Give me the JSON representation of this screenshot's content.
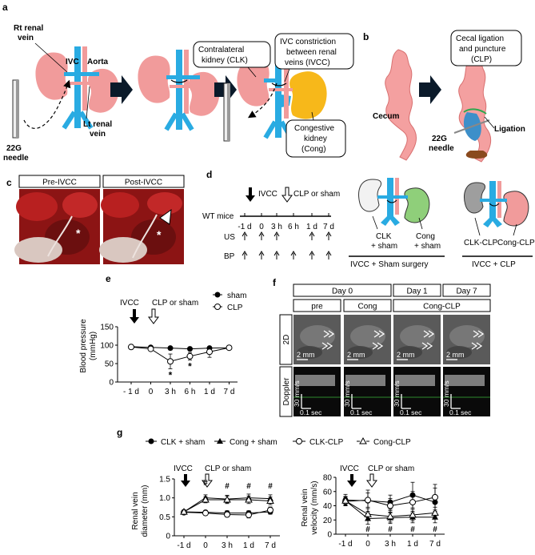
{
  "panels": {
    "a": "a",
    "b": "b",
    "c": "c",
    "d": "d",
    "e": "e",
    "f": "f",
    "g": "g"
  },
  "panel_a": {
    "rt_renal_vein": [
      "Rt renal",
      "vein"
    ],
    "ivc": "IVC",
    "aorta": "Aorta",
    "lt_renal_vein": [
      "Lt renal",
      "vein"
    ],
    "needle": [
      "22G",
      "needle"
    ],
    "clk_box": [
      "Contralateral",
      "kidney (CLK)"
    ],
    "ivcc_box": [
      "IVC constriction",
      "between renal",
      "veins (IVCC)"
    ],
    "cong_box": [
      "Congestive",
      "kidney",
      "(Cong)"
    ]
  },
  "panel_b": {
    "clp_box": [
      "Cecal ligation",
      "and puncture",
      "(CLP)"
    ],
    "cecum": "Cecum",
    "needle": [
      "22G",
      "needle"
    ],
    "ligation": "Ligation"
  },
  "panel_c": {
    "pre": "Pre-IVCC",
    "post": "Post-IVCC",
    "asterisk": "*"
  },
  "panel_d": {
    "ivcc": "IVCC",
    "clp_or_sham": "CLP or sham",
    "wt_mice": "WT mice",
    "timepoints": [
      "-1 d",
      "0",
      "3 h",
      "6 h",
      "1 d",
      "7 d"
    ],
    "us": "US",
    "bp": "BP",
    "clk_sham": [
      "CLK",
      "+ sham"
    ],
    "cong_sham": [
      "Cong",
      "+ sham"
    ],
    "group1": "IVCC + Sham surgery",
    "clk_clp": "CLK-CLP",
    "cong_clp": "Cong-CLP",
    "group2": "IVCC + CLP"
  },
  "panel_e": {
    "ivcc": "IVCC",
    "clp_or_sham": "CLP or sham",
    "legend": [
      "sham",
      "CLP"
    ],
    "ylabel": [
      "Blood pressure",
      "(mmHg)"
    ],
    "star": "*"
  },
  "panel_f": {
    "day0": "Day 0",
    "day1": "Day 1",
    "day7": "Day 7",
    "pre": "pre",
    "cong": "Cong",
    "cong_clp": "Cong-CLP",
    "row_2d": "2D",
    "row_doppler": "Doppler",
    "scale_2d": "2 mm",
    "scale_v": "30 mm/s",
    "scale_t": "0.1 sec"
  },
  "panel_g": {
    "legend": [
      "CLK + sham",
      "Cong + sham",
      "CLK-CLP",
      "Cong-CLP"
    ],
    "ivcc": "IVCC",
    "clp_or_sham": "CLP or sham",
    "left_ylabel": [
      "Renal vein",
      "diameter (mm)"
    ],
    "right_ylabel": [
      "Renal vein",
      "velocity (mm/s)"
    ],
    "hash": "#"
  },
  "chart_data": [
    {
      "type": "line",
      "panel": "e",
      "categories": [
        "- 1 d",
        "0",
        "3 h",
        "6 h",
        "1 d",
        "7 d"
      ],
      "ylabel": "Blood pressure (mmHg)",
      "ylim": [
        0,
        150
      ],
      "yticks": [
        0,
        50,
        100,
        150
      ],
      "series": [
        {
          "name": "sham",
          "values": [
            96,
            94,
            92,
            90,
            92,
            93
          ],
          "err": [
            4,
            4,
            5,
            5,
            5,
            3
          ]
        },
        {
          "name": "CLP",
          "values": [
            95,
            90,
            56,
            70,
            82,
            93
          ],
          "err": [
            4,
            5,
            20,
            10,
            15,
            3
          ]
        }
      ],
      "annotations": [
        {
          "x": "3 h",
          "text": "*"
        },
        {
          "x": "6 h",
          "text": "*"
        }
      ]
    },
    {
      "type": "line",
      "panel": "g-left",
      "categories": [
        "-1 d",
        "0",
        "3 h",
        "1 d",
        "7 d"
      ],
      "ylabel": "Renal vein diameter (mm)",
      "ylim": [
        0,
        1.5
      ],
      "yticks": [
        0,
        0.5,
        1.0,
        1.5
      ],
      "series": [
        {
          "name": "CLK + sham",
          "values": [
            0.63,
            0.62,
            0.6,
            0.6,
            0.63
          ],
          "err": [
            0.04,
            0.05,
            0.06,
            0.06,
            0.06
          ]
        },
        {
          "name": "Cong + sham",
          "values": [
            0.63,
            1.0,
            0.97,
            1.0,
            0.98
          ],
          "err": [
            0.04,
            0.08,
            0.1,
            0.1,
            0.1
          ]
        },
        {
          "name": "CLK-CLP",
          "values": [
            0.62,
            0.6,
            0.56,
            0.55,
            0.68
          ],
          "err": [
            0.04,
            0.06,
            0.06,
            0.08,
            0.08
          ]
        },
        {
          "name": "Cong-CLP",
          "values": [
            0.63,
            0.95,
            0.95,
            0.95,
            0.92
          ],
          "err": [
            0.04,
            0.08,
            0.1,
            0.1,
            0.1
          ]
        }
      ],
      "annotations": [
        {
          "x": "0",
          "text": "#"
        },
        {
          "x": "3 h",
          "text": "#"
        },
        {
          "x": "1 d",
          "text": "#"
        },
        {
          "x": "7 d",
          "text": "#"
        }
      ]
    },
    {
      "type": "line",
      "panel": "g-right",
      "categories": [
        "-1 d",
        "0",
        "3 h",
        "1 d",
        "7 d"
      ],
      "ylabel": "Renal vein velocity (mm/s)",
      "ylim": [
        0,
        80
      ],
      "yticks": [
        0,
        20,
        40,
        60,
        80
      ],
      "series": [
        {
          "name": "CLK + sham",
          "values": [
            48,
            47,
            45,
            55,
            45
          ],
          "err": [
            8,
            15,
            10,
            18,
            20
          ]
        },
        {
          "name": "Cong + sham",
          "values": [
            47,
            22,
            23,
            24,
            24
          ],
          "err": [
            6,
            8,
            8,
            8,
            8
          ]
        },
        {
          "name": "CLK-CLP",
          "values": [
            46,
            48,
            40,
            45,
            52
          ],
          "err": [
            6,
            10,
            10,
            15,
            18
          ]
        },
        {
          "name": "Cong-CLP",
          "values": [
            47,
            28,
            25,
            27,
            30
          ],
          "err": [
            6,
            8,
            8,
            8,
            8
          ]
        }
      ],
      "annotations": [
        {
          "x": "0",
          "text": "#"
        },
        {
          "x": "3 h",
          "text": "#"
        },
        {
          "x": "1 d",
          "text": "#"
        },
        {
          "x": "7 d",
          "text": "#"
        }
      ]
    }
  ]
}
